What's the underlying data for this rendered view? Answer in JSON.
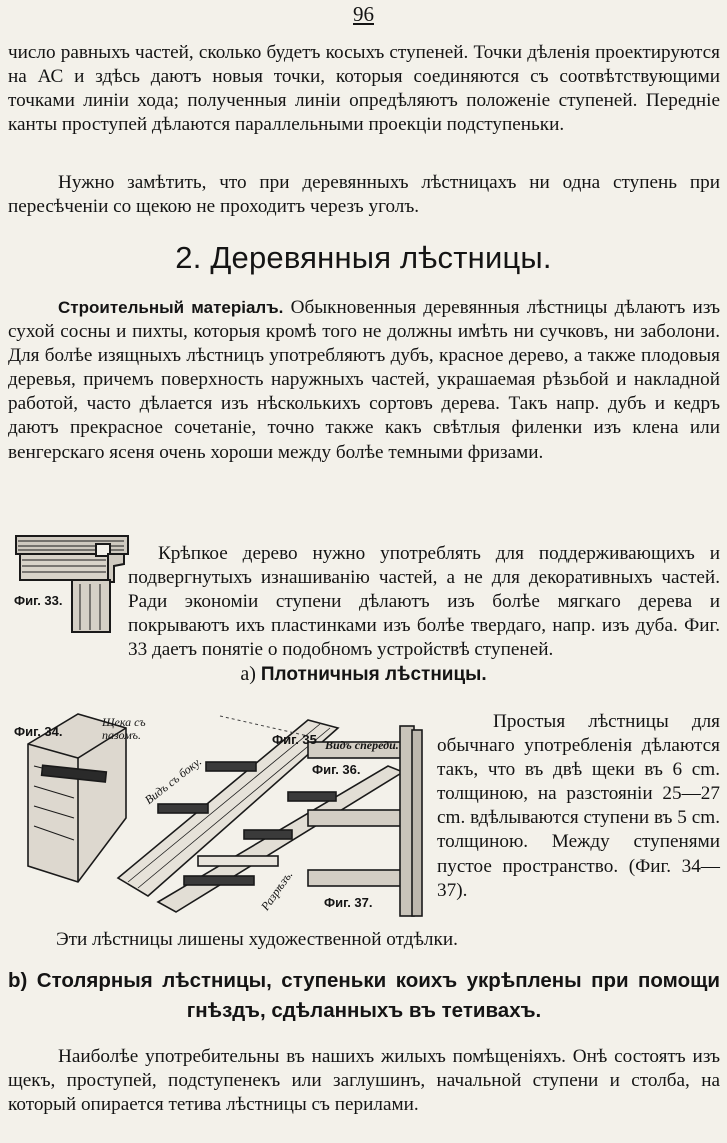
{
  "page_number": "96",
  "para1": "число равныхъ частей, сколько будетъ косыхъ ступеней. Точки дѣленія проектируются на АС и здѣсь даютъ новыя точки, которыя соединяются съ соотвѣтствующими точками линіи хода; полученныя линіи опредѣляютъ положеніе ступеней. Передніе канты проступей дѣлаются параллельными проекціи подступеньки.",
  "para2": "Нужно замѣтить, что при деревянныхъ лѣстницахъ ни одна ступень при пересѣченіи со щекою не проходитъ черезъ уголъ.",
  "section2_heading": "2. Деревянныя лѣстницы.",
  "material_label": "Строительный матеріалъ.",
  "para3": "Обыкновенныя деревянныя лѣстницы дѣлаютъ изъ сухой сосны и пихты, которыя кромѣ того не должны имѣть ни сучковъ, ни заболони. Для болѣе изящныхъ лѣстницъ употребляютъ дубъ, красное дерево, а также плодовыя деревья, причемъ поверхность наружныхъ частей, украшаемая рѣзьбой и накладной работой, часто дѣлается изъ нѣсколькихъ сортовъ дерева. Такъ напр. дубъ и кедръ даютъ прекрасное сочетаніе, точно также какъ свѣтлыя филенки изъ клена или венгерскаго ясеня очень хороши между болѣе темными фризами.",
  "para4": "Крѣпкое дерево нужно употреблять для поддерживающихъ и подвергнутыхъ изнашиванію частей, а не для декоративныхъ частей. Ради экономіи ступени дѣлаютъ изъ болѣе мягкаго дерева и покрываютъ ихъ пластинками изъ болѣе твердаго, напр. изъ дуба. Фиг. 33 даетъ понятіе о подобномъ устройствѣ ступеней.",
  "fig33_caption": "Фиг. 33.",
  "subsection_a_prefix": "а)",
  "subsection_a_title": "Плотничныя лѣстницы.",
  "fig34_caption": "Фиг. 34.",
  "fig35_caption": "Фиг. 35",
  "fig36_caption": "Фиг. 36.",
  "fig37_caption": "Фиг. 37.",
  "fig_label_scheka": "Щека съ пазомъ.",
  "fig_label_vid_sboku": "Видъ съ боку.",
  "fig_label_vid_spereda": "Видъ спереди.",
  "fig_label_razrez": "Разрѣзъ.",
  "para5": "Простыя лѣстницы для обычнаго употребленія дѣлаются такъ, что въ двѣ щеки въ 6 cm. толщиною, на разстояніи 25—27 cm. вдѣлываются ступени въ 5 cm. толщиною. Между ступенями пустое пространство. (Фиг. 34—37).",
  "para6": "Эти лѣстницы лишены художественной отдѣлки.",
  "subsection_b_line1": "b) Столярныя лѣстницы, ступеньки коихъ укрѣплены при помощи",
  "subsection_b_line2": "гнѣздъ, сдѣланныхъ въ тетивахъ.",
  "para7": "Наиболѣе употребительны въ нашихъ жилыхъ помѣщеніяхъ. Онѣ состоятъ изъ щекъ, проступей, подступенекъ или заглушинъ, начальной ступени и столба, на который опирается тетива лѣстницы съ перилами."
}
